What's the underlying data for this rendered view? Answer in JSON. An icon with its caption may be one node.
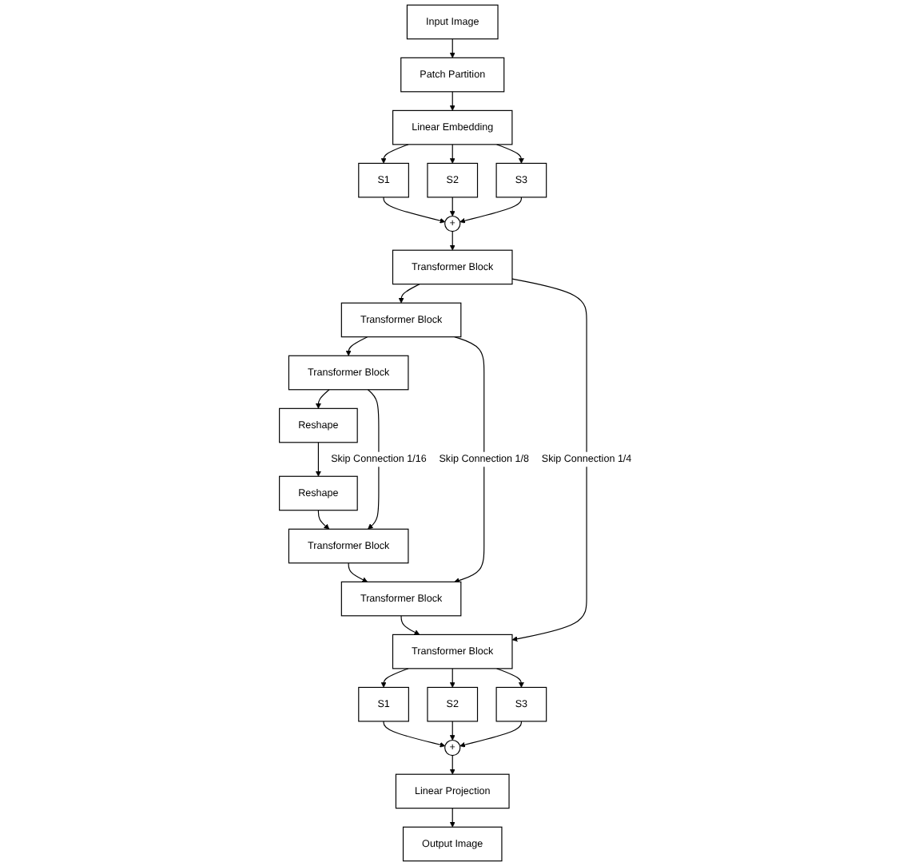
{
  "diagram": {
    "nodes": [
      {
        "text": [
          "Input Image"
        ]
      },
      {
        "text": [
          "Patch Partition"
        ]
      },
      {
        "text": [
          "Linear Embedding"
        ]
      },
      {
        "text": [
          "S1"
        ]
      },
      {
        "text": [
          "S2"
        ]
      },
      {
        "text": [
          "S3"
        ]
      },
      {
        "text": [
          "+"
        ]
      },
      {
        "text": [
          "Transformer Block"
        ]
      },
      {
        "text": [
          "Transformer Block"
        ]
      },
      {
        "text": [
          "Transformer Block"
        ]
      },
      {
        "text": [
          "Reshape"
        ]
      },
      {
        "text": [
          "Reshape"
        ]
      },
      {
        "text": [
          "Transformer Block"
        ]
      },
      {
        "text": [
          "Transformer Block"
        ]
      },
      {
        "text": [
          "Transformer Block"
        ]
      },
      {
        "text": [
          "S1"
        ]
      },
      {
        "text": [
          "S2"
        ]
      },
      {
        "text": [
          "S3"
        ]
      },
      {
        "text": [
          "+"
        ]
      },
      {
        "text": [
          "Linear Projection"
        ]
      },
      {
        "text": [
          "Output Image"
        ]
      }
    ],
    "edges": [
      {
        "from": 0,
        "to": 1,
        "arrow": "to"
      },
      {
        "from": 1,
        "to": 2,
        "arrow": "to"
      },
      {
        "from": 2,
        "to": 3,
        "arrow": "to"
      },
      {
        "from": 2,
        "to": 4,
        "arrow": "to"
      },
      {
        "from": 2,
        "to": 5,
        "arrow": "to"
      },
      {
        "from": 3,
        "to": 6,
        "arrow": "to"
      },
      {
        "from": 4,
        "to": 6,
        "arrow": "to"
      },
      {
        "from": 5,
        "to": 6,
        "arrow": "to"
      },
      {
        "from": 6,
        "to": 7,
        "arrow": "to"
      },
      {
        "from": 7,
        "to": 8,
        "arrow": "to"
      },
      {
        "from": 8,
        "to": 9,
        "arrow": "to"
      },
      {
        "from": 9,
        "to": 10,
        "arrow": "to"
      },
      {
        "from": 10,
        "to": 11,
        "arrow": "to"
      },
      {
        "from": 11,
        "to": 12,
        "arrow": "to"
      },
      {
        "from": 12,
        "to": 13,
        "arrow": "to"
      },
      {
        "from": 13,
        "to": 14,
        "arrow": "to"
      },
      {
        "from": 14,
        "to": 15,
        "arrow": "to"
      },
      {
        "from": 14,
        "to": 16,
        "arrow": "to"
      },
      {
        "from": 14,
        "to": 17,
        "arrow": "to"
      },
      {
        "from": 15,
        "to": 18,
        "arrow": "to"
      },
      {
        "from": 16,
        "to": 18,
        "arrow": "to"
      },
      {
        "from": 17,
        "to": 18,
        "arrow": "to"
      },
      {
        "from": 18,
        "to": 19,
        "arrow": "to"
      },
      {
        "from": 19,
        "to": 20,
        "arrow": "to"
      },
      {
        "from": 7,
        "to": 14,
        "label": "Skip Connection 1/4",
        "arrow": "to"
      },
      {
        "from": 8,
        "to": 13,
        "label": "Skip Connection 1/8",
        "arrow": "to"
      },
      {
        "from": 9,
        "to": 12,
        "label": "Skip Connection 1/16",
        "arrow": "to"
      }
    ]
  }
}
